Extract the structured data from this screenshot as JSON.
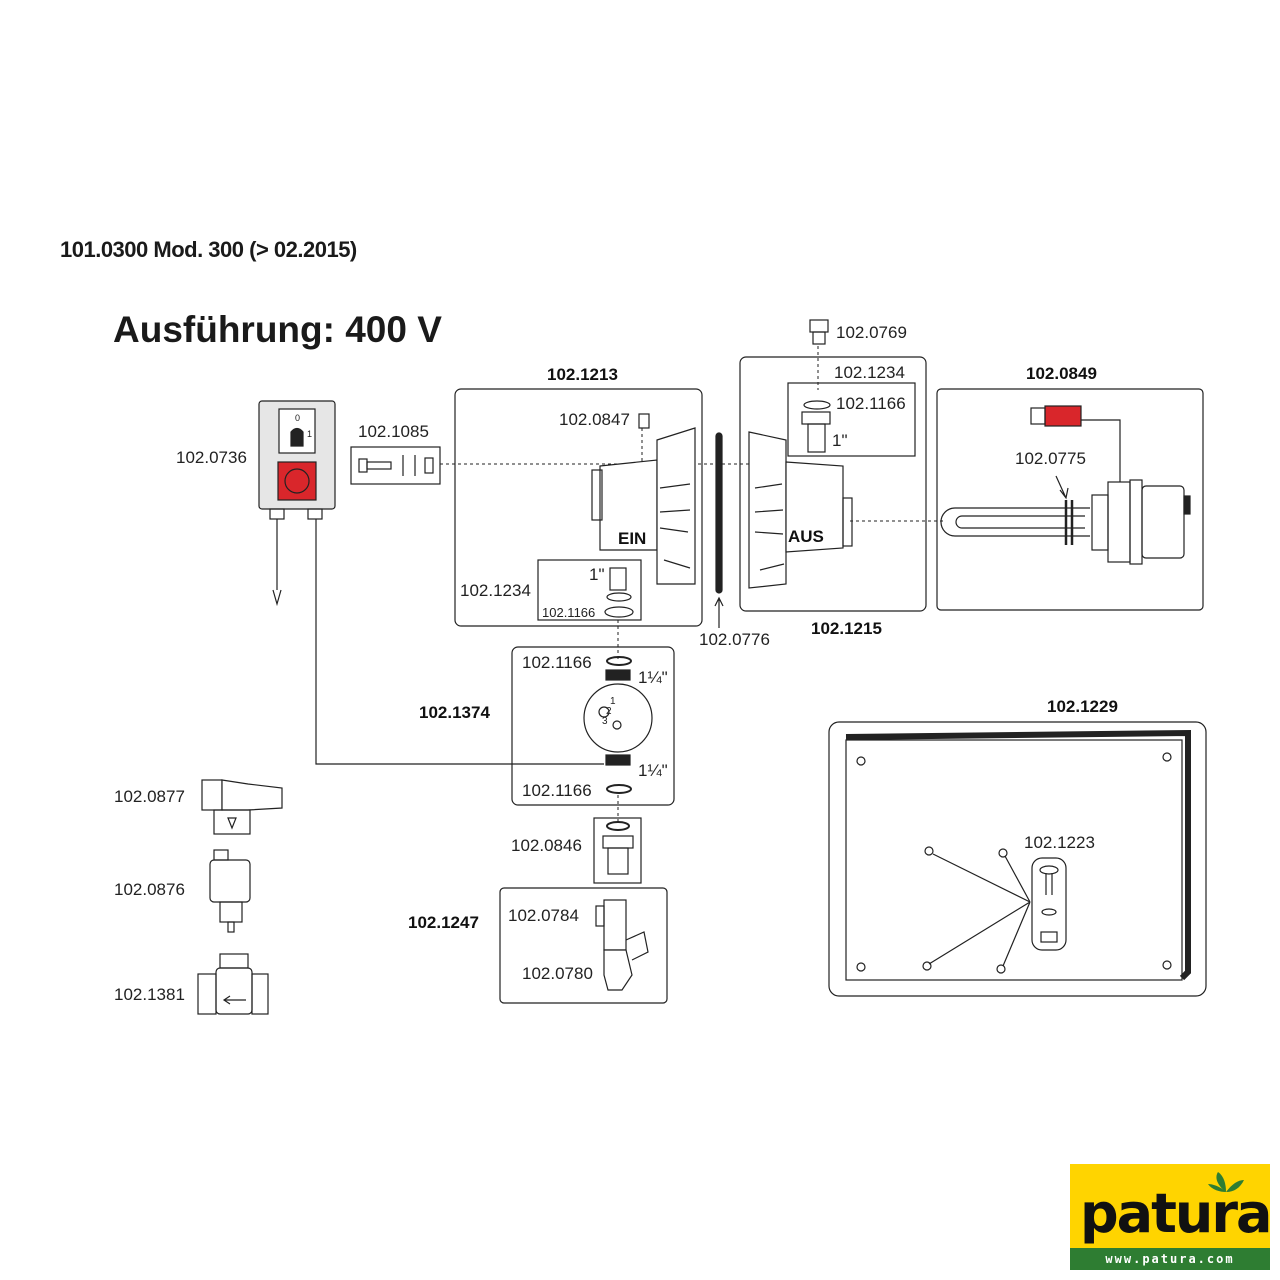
{
  "header": {
    "model": "101.0300 Mod. 300 (> 02.2015)",
    "variant": "Ausführung: 400 V"
  },
  "parts": {
    "switch_box": "102.0736",
    "bolt_set": "102.1085",
    "front_housing": "102.1213",
    "air_valve": "102.0847",
    "sensor_front": "102.1234",
    "ring_front": "102.1166",
    "gasket": "102.0776",
    "rear_housing": "102.1215",
    "plug": "102.0769",
    "sensor_rear": "102.1234",
    "ring_rear": "102.1166",
    "heater": "102.0849",
    "heater_ring": "102.0775",
    "pump": "102.1374",
    "pump_ring_top": "102.1166",
    "pump_ring_bottom": "102.1166",
    "union": "102.0846",
    "valve_group": "102.1247",
    "tee": "102.0784",
    "drain": "102.0780",
    "cover": "102.1229",
    "cover_screw": "102.1223",
    "accessory_1": "102.0877",
    "accessory_2": "102.0876",
    "accessory_3": "102.1381"
  },
  "sizes": {
    "inch_1": "1\"",
    "inch_1_rear": "1\"",
    "inch_114_top": "1¼\"",
    "inch_114_bottom": "1¼\""
  },
  "markings": {
    "ein": "EIN",
    "aus": "AUS",
    "switch_0": "0",
    "switch_1": "1",
    "pump_1": "1",
    "pump_2": "2",
    "pump_3": "3"
  },
  "logo": {
    "word": "patura",
    "url": "www.patura.com",
    "colors": {
      "yellow": "#ffd400",
      "green": "#2e7d32",
      "red": "#d9262b"
    }
  }
}
